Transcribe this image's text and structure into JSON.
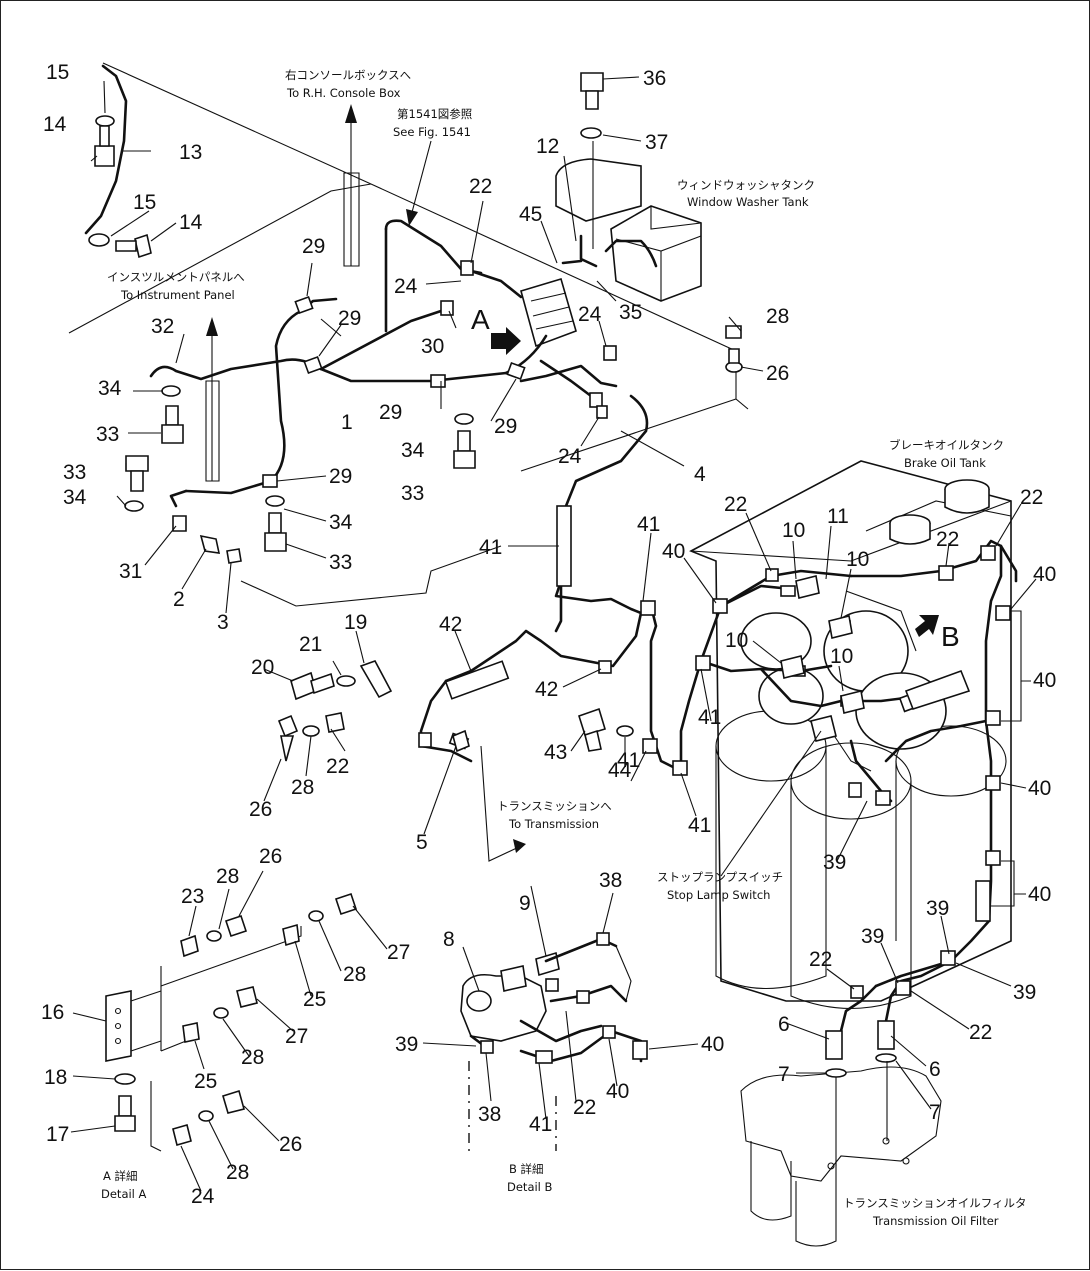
{
  "captions": {
    "to_console_jp": "右コンソールボックスへ",
    "to_console_en": "To R.H. Console Box",
    "see_fig_jp": "第1541図参照",
    "see_fig_en": "See Fig. 1541",
    "washer_tank_jp": "ウィンドウォッシャタンク",
    "washer_tank_en": "Window Washer Tank",
    "to_instrument_jp": "インスツルメントパネルへ",
    "to_instrument_en": "To Instrument Panel",
    "brake_tank_jp": "ブレーキオイルタンク",
    "brake_tank_en": "Brake Oil Tank",
    "to_transmission_jp": "トランスミッションへ",
    "to_transmission_en": "To Transmission",
    "stop_lamp_jp": "ストップランプスイッチ",
    "stop_lamp_en": "Stop Lamp Switch",
    "detail_a_jp": "A 詳細",
    "detail_a_en": "Detail A",
    "detail_b_jp": "B 詳細",
    "detail_b_en": "Detail B",
    "filter_jp": "トランスミッションオイルフィルタ",
    "filter_en": "Transmission Oil Filter"
  },
  "view_letters": {
    "a": "A",
    "b": "B"
  },
  "part_numbers": {
    "p1": "1",
    "p2": "2",
    "p3": "3",
    "p4": "4",
    "p5": "5",
    "p6": "6",
    "p7": "7",
    "p8": "8",
    "p9": "9",
    "p10": "10",
    "p11": "11",
    "p12": "12",
    "p13": "13",
    "p14": "14",
    "p15": "15",
    "p16": "16",
    "p17": "17",
    "p18": "18",
    "p19": "19",
    "p20": "20",
    "p21": "21",
    "p22": "22",
    "p23": "23",
    "p24": "24",
    "p25": "25",
    "p26": "26",
    "p27": "27",
    "p28": "28",
    "p29": "29",
    "p30": "30",
    "p31": "31",
    "p32": "32",
    "p33": "33",
    "p34": "34",
    "p35": "35",
    "p36": "36",
    "p37": "37",
    "p38": "38",
    "p39": "39",
    "p40": "40",
    "p41": "41",
    "p42": "42",
    "p43": "43",
    "p44": "44",
    "p45": "45"
  }
}
